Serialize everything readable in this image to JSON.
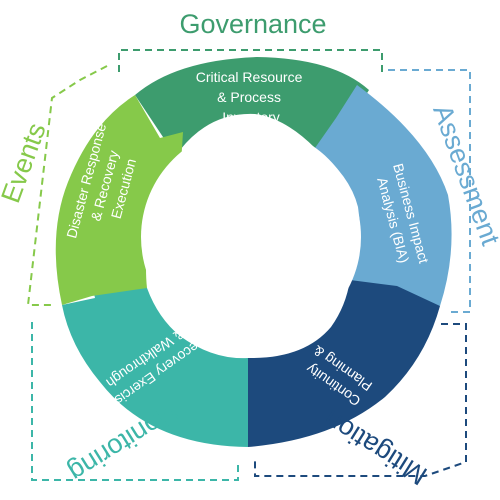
{
  "segments": [
    {
      "id": "critical-resource",
      "lines": [
        "Critical Resource",
        "& Process",
        "Inventory"
      ],
      "color": "#3d9c6e"
    },
    {
      "id": "bia",
      "lines": [
        "Business Impact",
        "Analysis (BIA)"
      ],
      "color": "#6aaad2"
    },
    {
      "id": "continuity",
      "lines": [
        "Continuity",
        "Planning &"
      ],
      "color": "#1d4a7d"
    },
    {
      "id": "recovery-exercise",
      "lines": [
        "Recovery Exercise",
        "& Walkthrough"
      ],
      "color": "#3cb6a8"
    },
    {
      "id": "disaster-response",
      "lines": [
        "Disaster Response",
        "& Recovery",
        "Execution"
      ],
      "color": "#86c94a"
    }
  ],
  "phases": [
    {
      "id": "governance",
      "label": "Governance",
      "color": "#3d9c6e"
    },
    {
      "id": "assessment",
      "label": "Assessment",
      "color": "#6aaad2"
    },
    {
      "id": "mitigation",
      "label": "Mitigation",
      "color": "#1d4a7d"
    },
    {
      "id": "monitoring",
      "label": "Monitoring",
      "color": "#3cb6a8"
    },
    {
      "id": "events",
      "label": "Events",
      "color": "#86c94a"
    }
  ]
}
